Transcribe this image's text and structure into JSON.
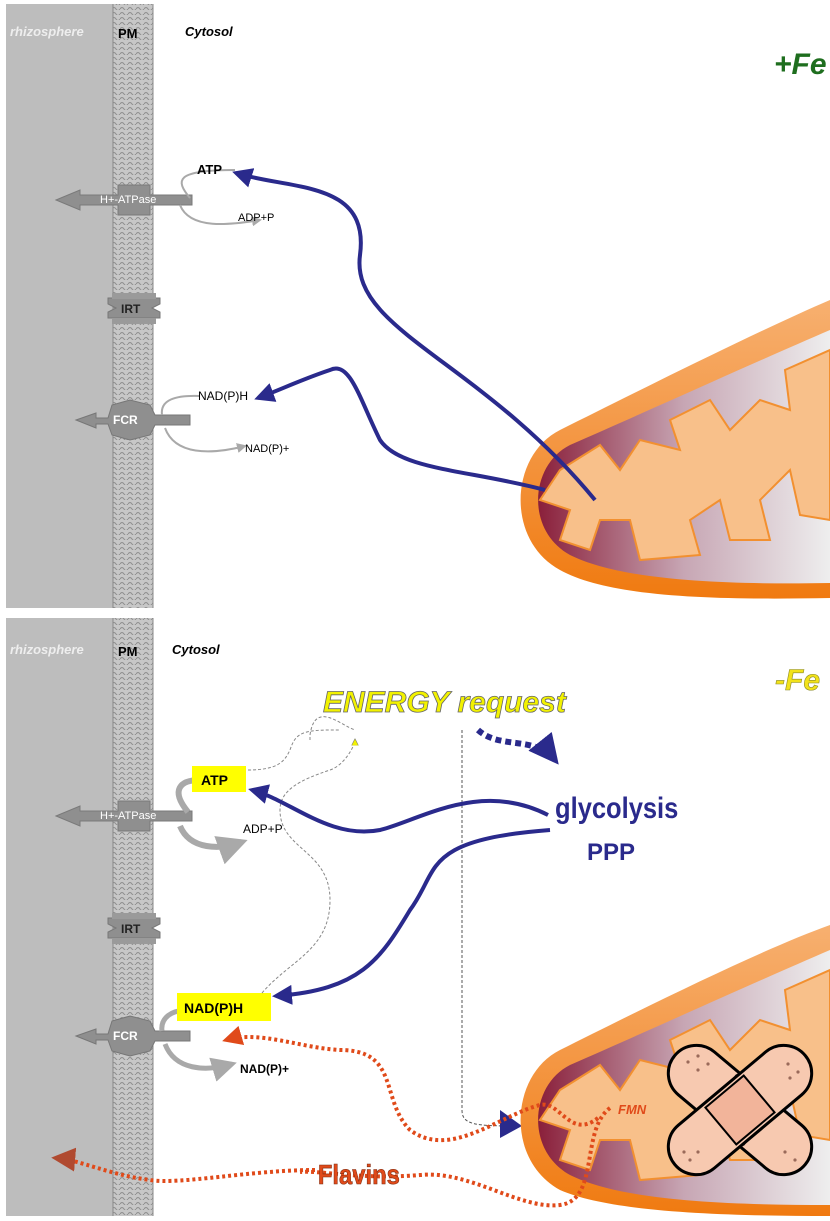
{
  "top_panel": {
    "rhizosphere": "rhizosphere",
    "pm": "PM",
    "cytosol": "Cytosol",
    "condition": "+Fe",
    "atp": "ATP",
    "h_atpase": "H+-ATPase",
    "adp_p": "ADP+P",
    "irt": "IRT",
    "nadph": "NAD(P)H",
    "fcr": "FCR",
    "nadp_plus": "NAD(P)+"
  },
  "bottom_panel": {
    "rhizosphere": "rhizosphere",
    "pm": "PM",
    "cytosol": "Cytosol",
    "condition": "-Fe",
    "energy_request": "ENERGY request",
    "atp": "ATP",
    "h_atpase": "H+-ATPase",
    "adp_p": "ADP+P",
    "glycolysis": "glycolysis",
    "ppp": "PPP",
    "irt": "IRT",
    "nadph": "NAD(P)H",
    "fcr": "FCR",
    "nadp_plus": "NAD(P)+",
    "fmn": "FMN",
    "flavins": "Flavins"
  },
  "colors": {
    "blue_arrow": "#2a2a8c",
    "red_dotted": "#e04a1a",
    "highlight_yellow": "#ffff00",
    "plus_fe_green": "#1e6e1e",
    "minus_fe_yellow": "#f2e21a",
    "membrane_gray": "#b8b8b8"
  }
}
